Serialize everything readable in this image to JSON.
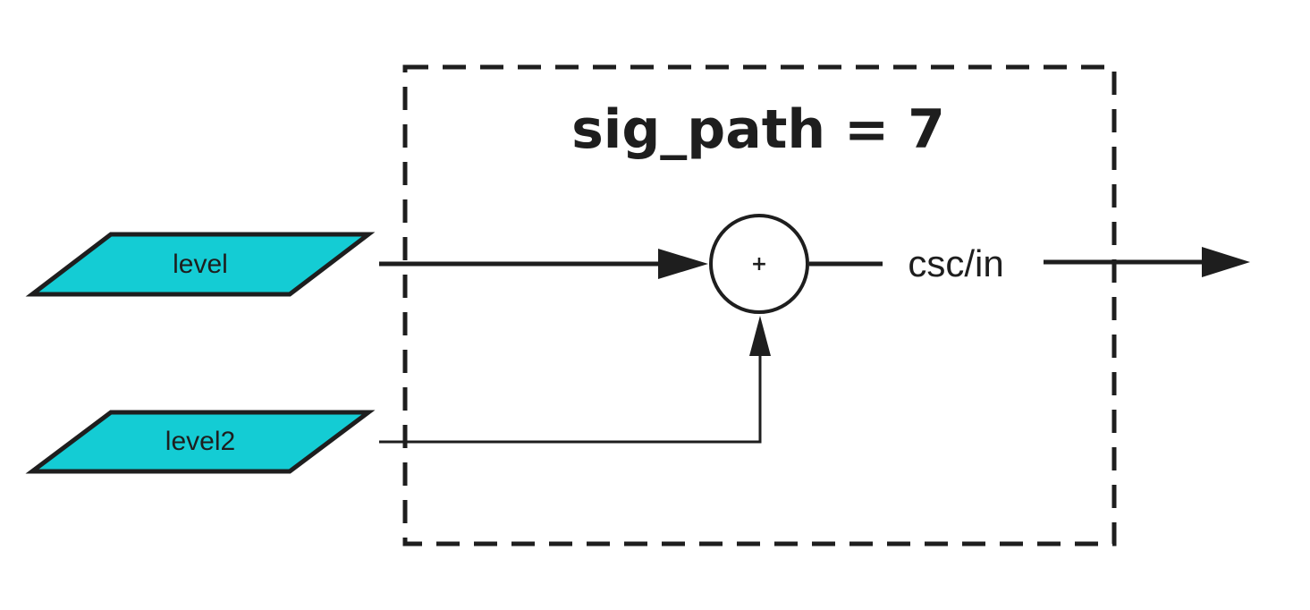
{
  "diagram": {
    "title": "sig_path = 7",
    "inputs": [
      {
        "label": "level"
      },
      {
        "label": "level2"
      }
    ],
    "sum_symbol": "+",
    "output_label": "csc/in",
    "colors": {
      "input_fill": "#14ccd4",
      "stroke": "#1e1e1e",
      "background": "#ffffff"
    }
  }
}
